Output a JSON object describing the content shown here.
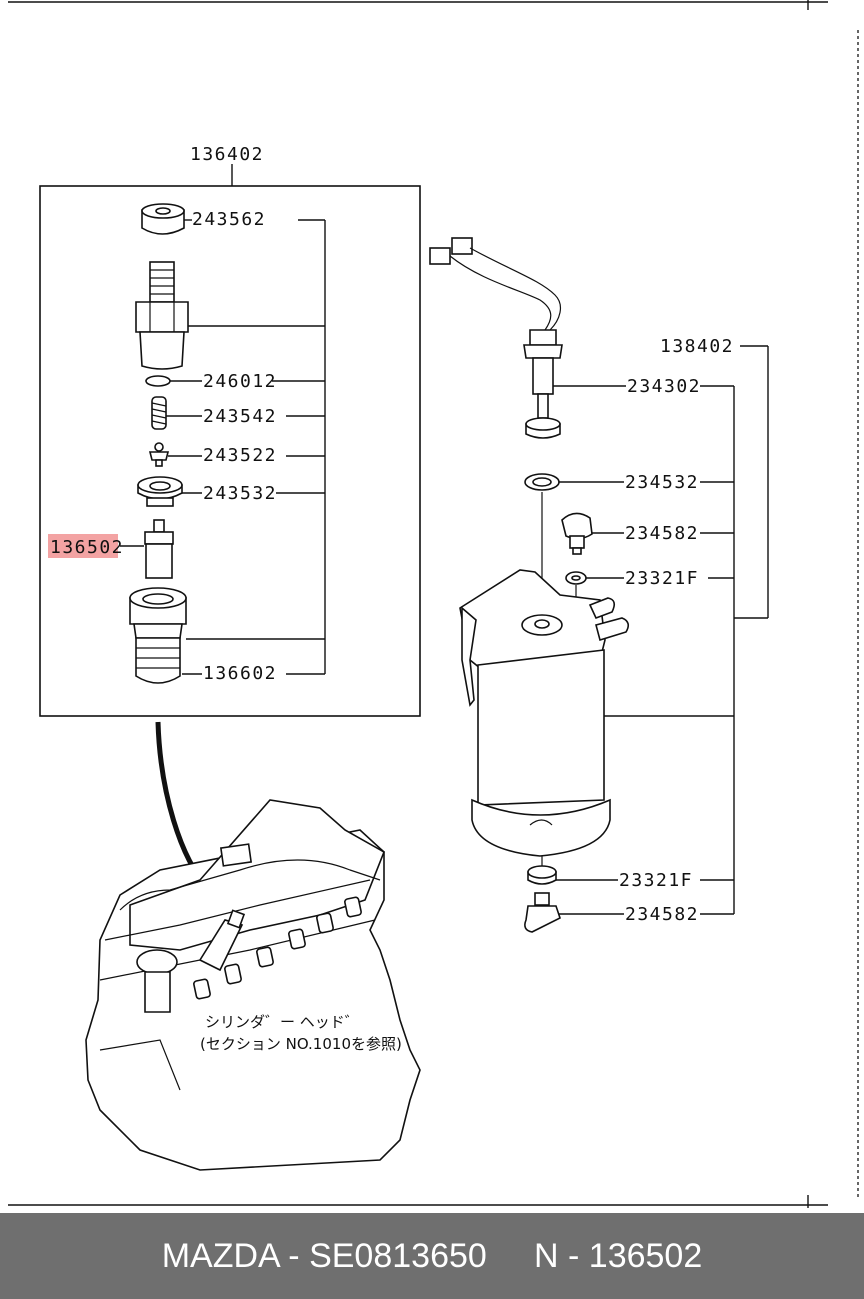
{
  "labels": {
    "group_injector": "136402",
    "group_filter": "138402",
    "p243562": "243562",
    "p246012": "246012",
    "p243542": "243542",
    "p243522": "243522",
    "p243532": "243532",
    "p136502": "136502",
    "p136602": "136602",
    "p234302": "234302",
    "p234532": "234532",
    "p234582_top": "234582",
    "p23321F_top": "23321F",
    "p23321F_bottom": "23321F",
    "p234582_bottom": "234582"
  },
  "note": {
    "line1": "シリンダ゛ー ヘッド゛",
    "line2": "(セクション NO.1010を参照)"
  },
  "highlight_color": "#f3a3a3",
  "footer": {
    "brand_part": "MAZDA - SE0813650",
    "part_number": "N - 136502"
  }
}
